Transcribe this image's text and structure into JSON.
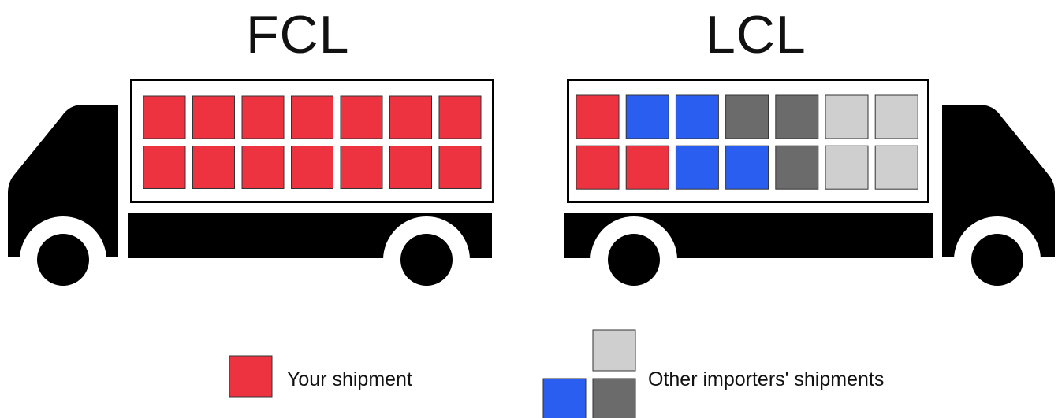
{
  "colors": {
    "your_shipment": "#ee3340",
    "other_blue": "#2a5ef0",
    "other_dark": "#6b6b6b",
    "other_light": "#cfcfcf",
    "truck": "#000000"
  },
  "fcl": {
    "title": "FCL",
    "rows": [
      [
        "your_shipment",
        "your_shipment",
        "your_shipment",
        "your_shipment",
        "your_shipment",
        "your_shipment",
        "your_shipment"
      ],
      [
        "your_shipment",
        "your_shipment",
        "your_shipment",
        "your_shipment",
        "your_shipment",
        "your_shipment",
        "your_shipment"
      ]
    ]
  },
  "lcl": {
    "title": "LCL",
    "rows": [
      [
        "your_shipment",
        "other_blue",
        "other_blue",
        "other_dark",
        "other_dark",
        "other_light",
        "other_light"
      ],
      [
        "your_shipment",
        "your_shipment",
        "other_blue",
        "other_blue",
        "other_dark",
        "other_light",
        "other_light"
      ]
    ]
  },
  "legend": {
    "your_label": "Your shipment",
    "other_label": "Other importers' shipments"
  }
}
